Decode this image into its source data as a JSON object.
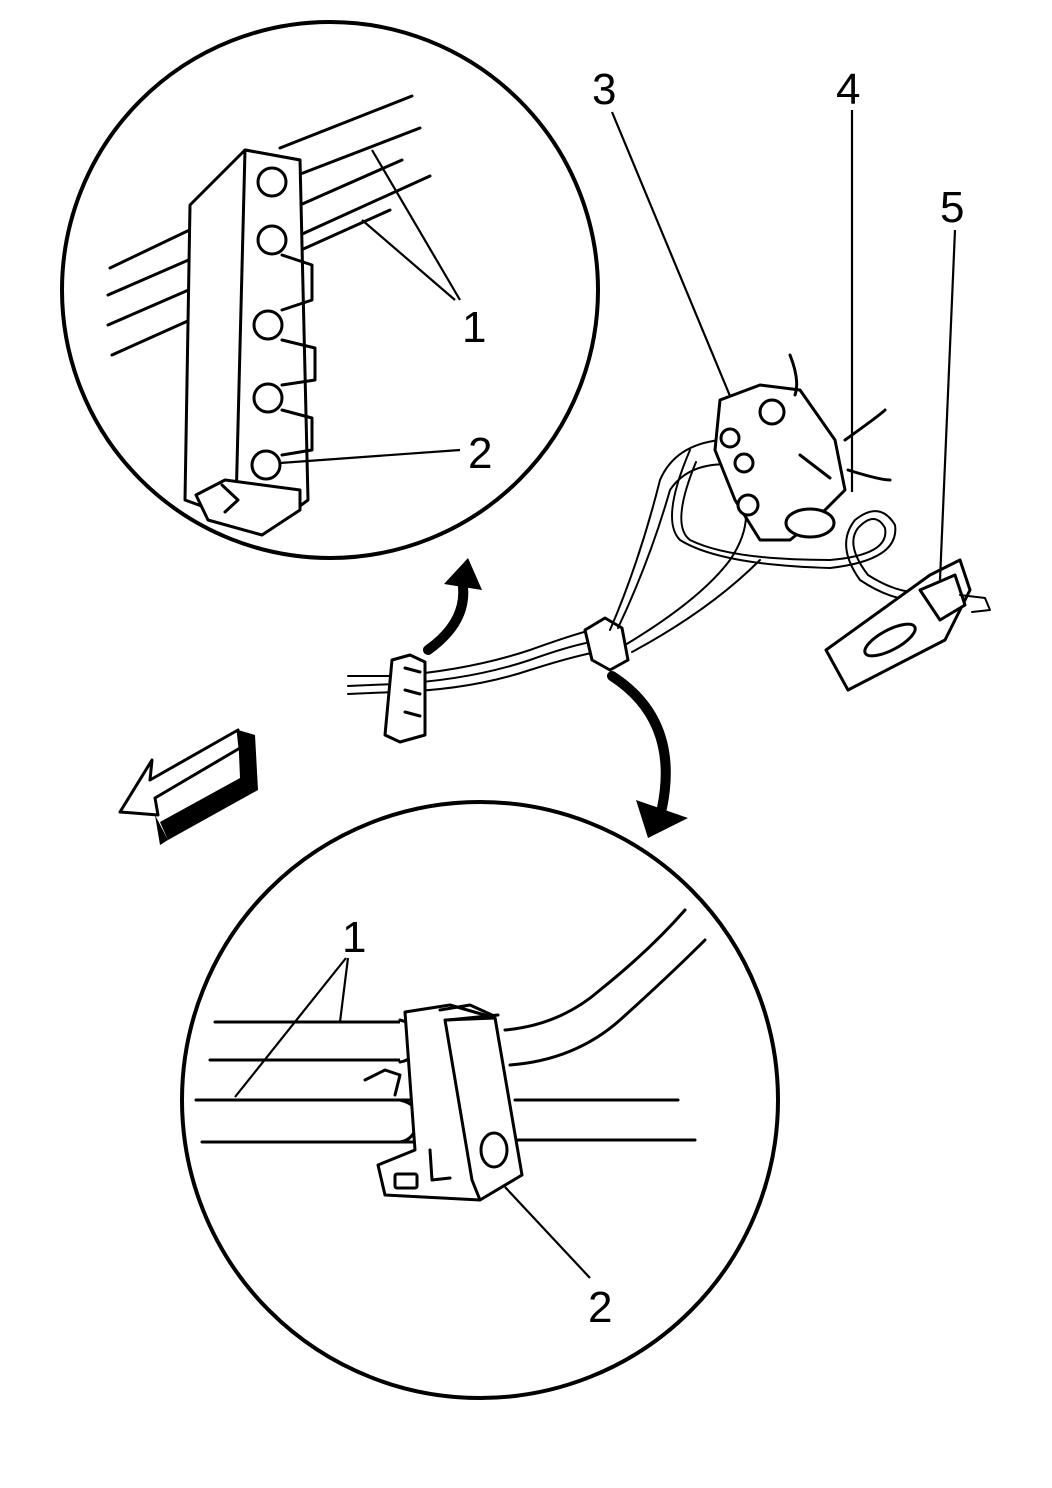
{
  "callouts": {
    "top_pipes": "1",
    "top_clip": "2",
    "main_3": "3",
    "main_4": "4",
    "main_5": "5",
    "bottom_pipes": "1",
    "bottom_clip": "2"
  }
}
